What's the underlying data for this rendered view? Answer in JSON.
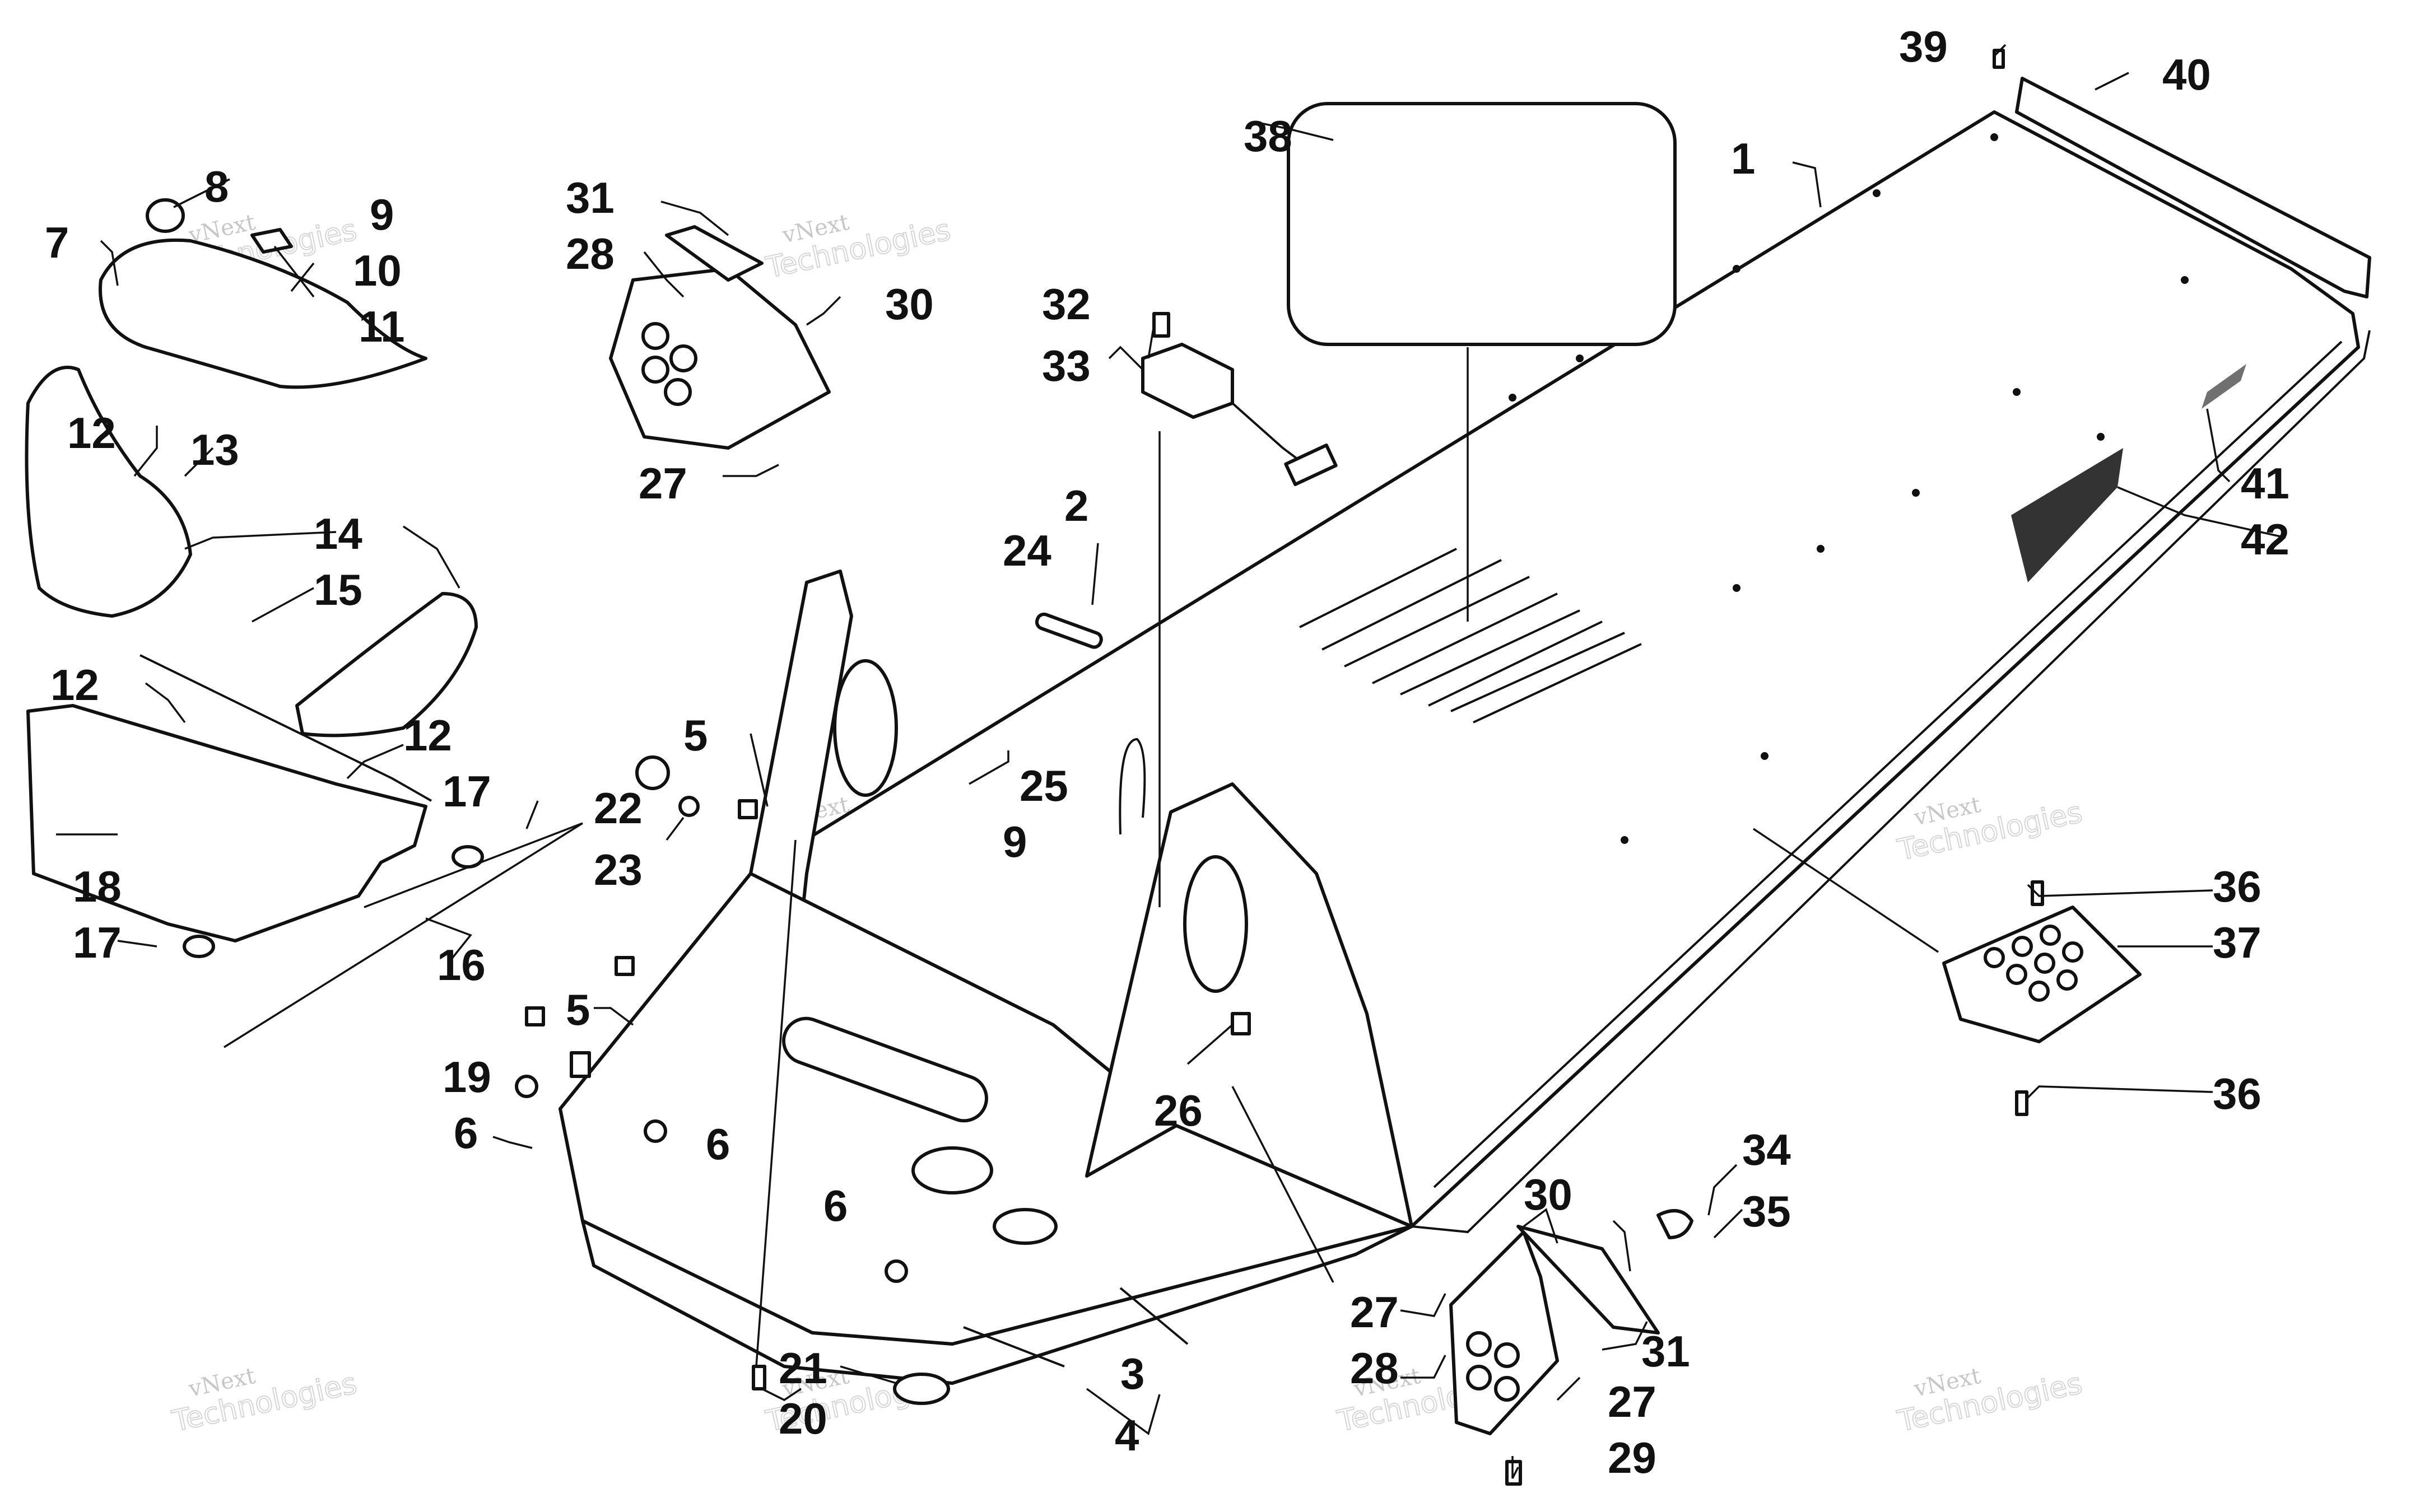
{
  "watermark": {
    "line1": "vNext",
    "line2": "Technologies"
  },
  "callouts": [
    {
      "id": "c1",
      "label": "1"
    },
    {
      "id": "c2",
      "label": "2"
    },
    {
      "id": "c3",
      "label": "3"
    },
    {
      "id": "c4",
      "label": "4"
    },
    {
      "id": "c5a",
      "label": "5"
    },
    {
      "id": "c5b",
      "label": "5"
    },
    {
      "id": "c6a",
      "label": "6"
    },
    {
      "id": "c6b",
      "label": "6"
    },
    {
      "id": "c6c",
      "label": "6"
    },
    {
      "id": "c7",
      "label": "7"
    },
    {
      "id": "c8",
      "label": "8"
    },
    {
      "id": "c9a",
      "label": "9"
    },
    {
      "id": "c9b",
      "label": "9"
    },
    {
      "id": "c10",
      "label": "10"
    },
    {
      "id": "c11",
      "label": "11"
    },
    {
      "id": "c12a",
      "label": "12"
    },
    {
      "id": "c12b",
      "label": "12"
    },
    {
      "id": "c12c",
      "label": "12"
    },
    {
      "id": "c13",
      "label": "13"
    },
    {
      "id": "c14",
      "label": "14"
    },
    {
      "id": "c15",
      "label": "15"
    },
    {
      "id": "c16",
      "label": "16"
    },
    {
      "id": "c17a",
      "label": "17"
    },
    {
      "id": "c17b",
      "label": "17"
    },
    {
      "id": "c18",
      "label": "18"
    },
    {
      "id": "c19",
      "label": "19"
    },
    {
      "id": "c20",
      "label": "20"
    },
    {
      "id": "c21",
      "label": "21"
    },
    {
      "id": "c22",
      "label": "22"
    },
    {
      "id": "c23",
      "label": "23"
    },
    {
      "id": "c24",
      "label": "24"
    },
    {
      "id": "c25",
      "label": "25"
    },
    {
      "id": "c26",
      "label": "26"
    },
    {
      "id": "c27a",
      "label": "27"
    },
    {
      "id": "c27b",
      "label": "27"
    },
    {
      "id": "c27c",
      "label": "27"
    },
    {
      "id": "c28a",
      "label": "28"
    },
    {
      "id": "c28b",
      "label": "28"
    },
    {
      "id": "c29",
      "label": "29"
    },
    {
      "id": "c30a",
      "label": "30"
    },
    {
      "id": "c30b",
      "label": "30"
    },
    {
      "id": "c31a",
      "label": "31"
    },
    {
      "id": "c31b",
      "label": "31"
    },
    {
      "id": "c32",
      "label": "32"
    },
    {
      "id": "c33",
      "label": "33"
    },
    {
      "id": "c34",
      "label": "34"
    },
    {
      "id": "c35",
      "label": "35"
    },
    {
      "id": "c36a",
      "label": "36"
    },
    {
      "id": "c36b",
      "label": "36"
    },
    {
      "id": "c37",
      "label": "37"
    },
    {
      "id": "c38",
      "label": "38"
    },
    {
      "id": "c39",
      "label": "39"
    },
    {
      "id": "c40",
      "label": "40"
    },
    {
      "id": "c41",
      "label": "41"
    },
    {
      "id": "c42",
      "label": "42"
    }
  ]
}
